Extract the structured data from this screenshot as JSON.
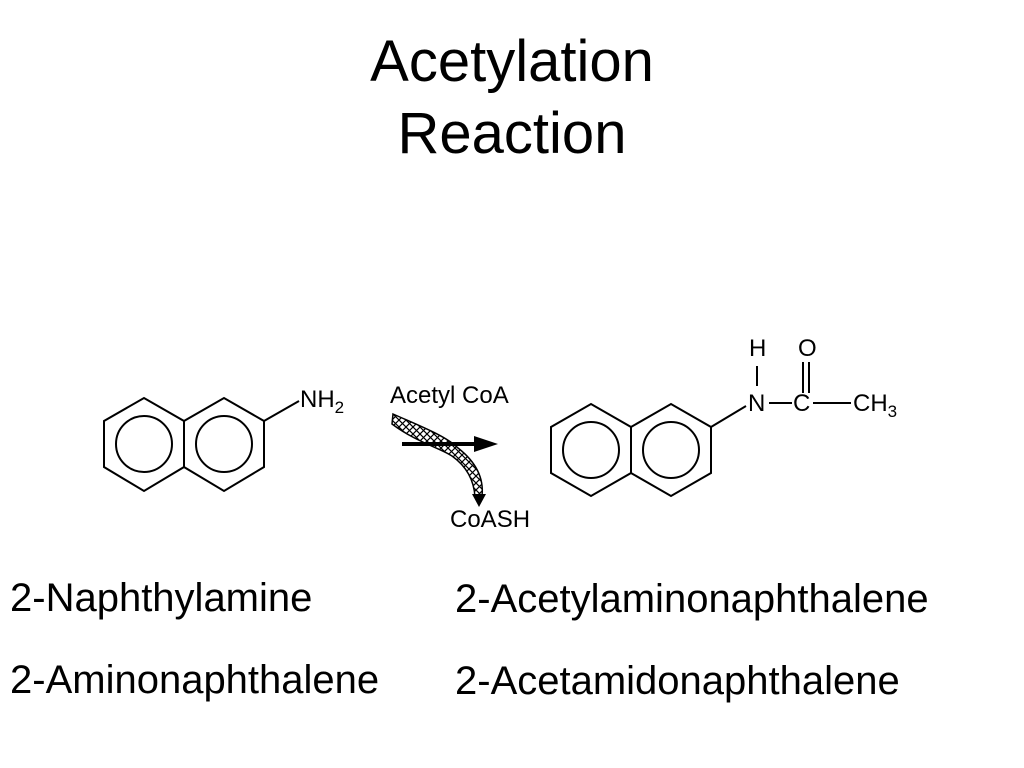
{
  "slide": {
    "title_line1": "Acetylation",
    "title_line2": "Reaction"
  },
  "reactant": {
    "group_label": "NH",
    "group_subscript": "2",
    "names": [
      "2-Naphthylamine",
      "2-Aminonaphthalene"
    ]
  },
  "reagent": {
    "in_label": "Acetyl CoA",
    "out_label": "CoASH"
  },
  "product": {
    "atom_h": "H",
    "atom_o": "O",
    "atom_n": "N",
    "atom_c": "C",
    "group_ch": "CH",
    "group_subscript": "3",
    "names": [
      "2-Acetylaminonaphthalene",
      "2-Acetamidonaphthalene"
    ]
  }
}
